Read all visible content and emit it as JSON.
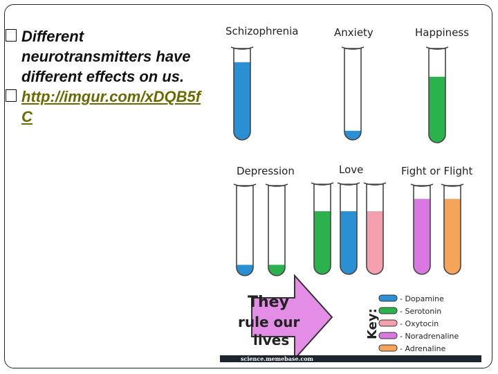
{
  "bullets": [
    {
      "text": "Different neurotransmitters have different effects on us.",
      "is_link": false
    },
    {
      "text": "http://imgur.com/xDQB5fC",
      "is_link": true
    }
  ],
  "tube_labels": {
    "schizophrenia": "Schizophrenia",
    "anxiety": "Anxiety",
    "happiness": "Happiness",
    "depression": "Depression",
    "love": "Love",
    "fight_or_flight": "Fight or Flight"
  },
  "arrow_text": [
    "They",
    "rule our",
    "lives"
  ],
  "key": {
    "title": "Key:",
    "items": [
      {
        "label": "- Dopamine",
        "color": "#2b8fd4"
      },
      {
        "label": "- Serotonin",
        "color": "#2bb24c"
      },
      {
        "label": "- Oxytocin",
        "color": "#f2a0ad"
      },
      {
        "label": "- Noradrenaline",
        "color": "#d978e0"
      },
      {
        "label": "- Adrenaline",
        "color": "#f4a55a"
      }
    ]
  },
  "footer": "science.memebase.com",
  "tubes": [
    {
      "group": "schizophrenia",
      "fill_level": 0.85,
      "color": "#2b8fd4"
    },
    {
      "group": "anxiety",
      "fill_level": 0.1,
      "color": "#2b8fd4"
    },
    {
      "group": "happiness",
      "fill_level": 0.7,
      "color": "#2bb24c"
    },
    {
      "group": "depression",
      "fill_level": 0.12,
      "color": "#2b8fd4"
    },
    {
      "group": "depression",
      "fill_level": 0.12,
      "color": "#2bb24c"
    },
    {
      "group": "love",
      "fill_level": 0.7,
      "color": "#2bb24c"
    },
    {
      "group": "love",
      "fill_level": 0.7,
      "color": "#2b8fd4"
    },
    {
      "group": "love",
      "fill_level": 0.7,
      "color": "#f2a0ad"
    },
    {
      "group": "fight_or_flight",
      "fill_level": 0.85,
      "color": "#d978e0"
    },
    {
      "group": "fight_or_flight",
      "fill_level": 0.85,
      "color": "#f4a55a"
    }
  ]
}
